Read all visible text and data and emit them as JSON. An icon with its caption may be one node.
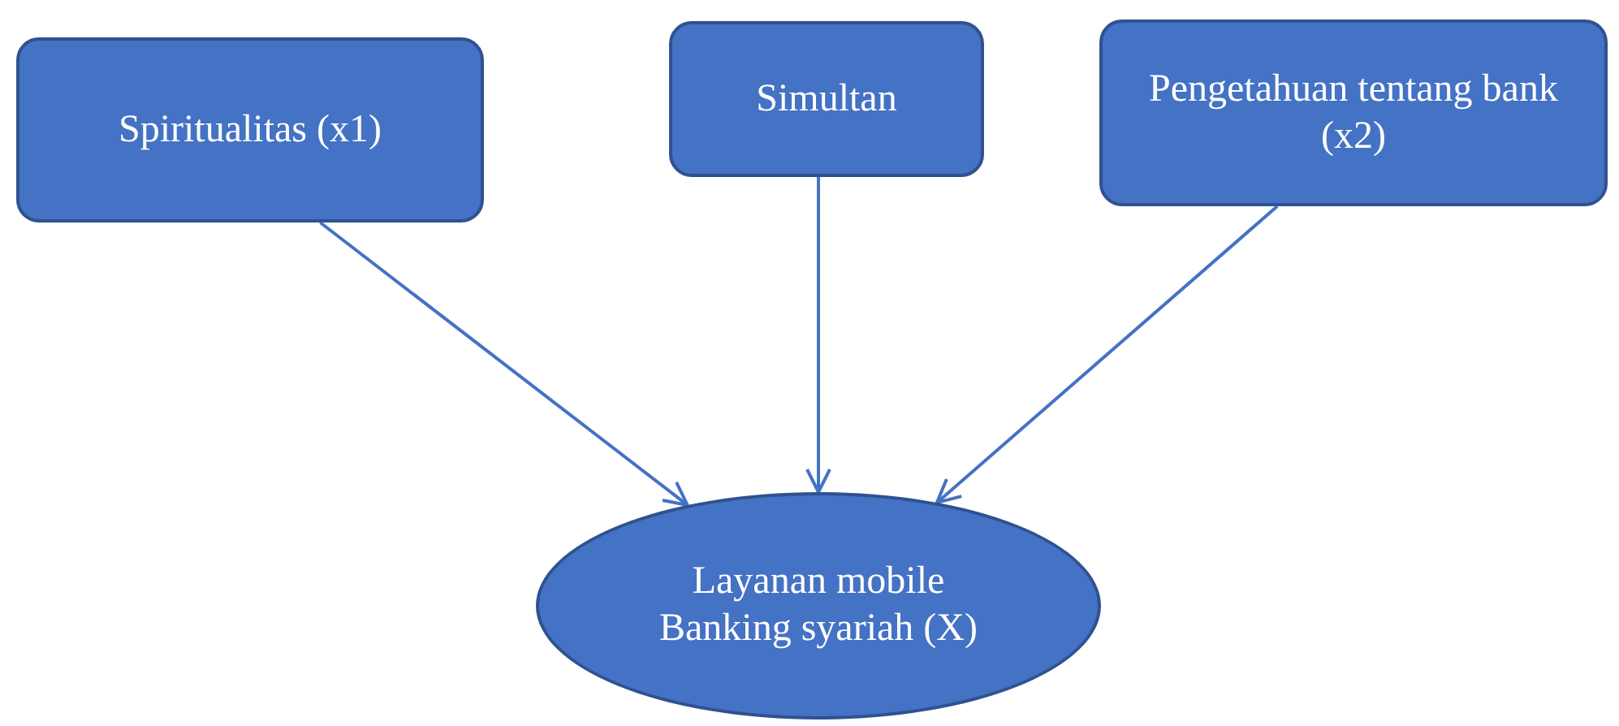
{
  "diagram": {
    "nodes": [
      {
        "text": [
          "Spiritualitas (x1)"
        ]
      },
      {
        "text": [
          "Simultan"
        ]
      },
      {
        "text": [
          "Pengetahuan tentang bank (x2)"
        ]
      },
      {
        "text": [
          "Layanan mobile Banking syariah (X)"
        ]
      }
    ],
    "edges": [
      {
        "from": 0,
        "to": 3,
        "arrow": "to"
      },
      {
        "from": 1,
        "to": 3,
        "arrow": "to"
      },
      {
        "from": 2,
        "to": 3,
        "arrow": "to"
      }
    ]
  }
}
